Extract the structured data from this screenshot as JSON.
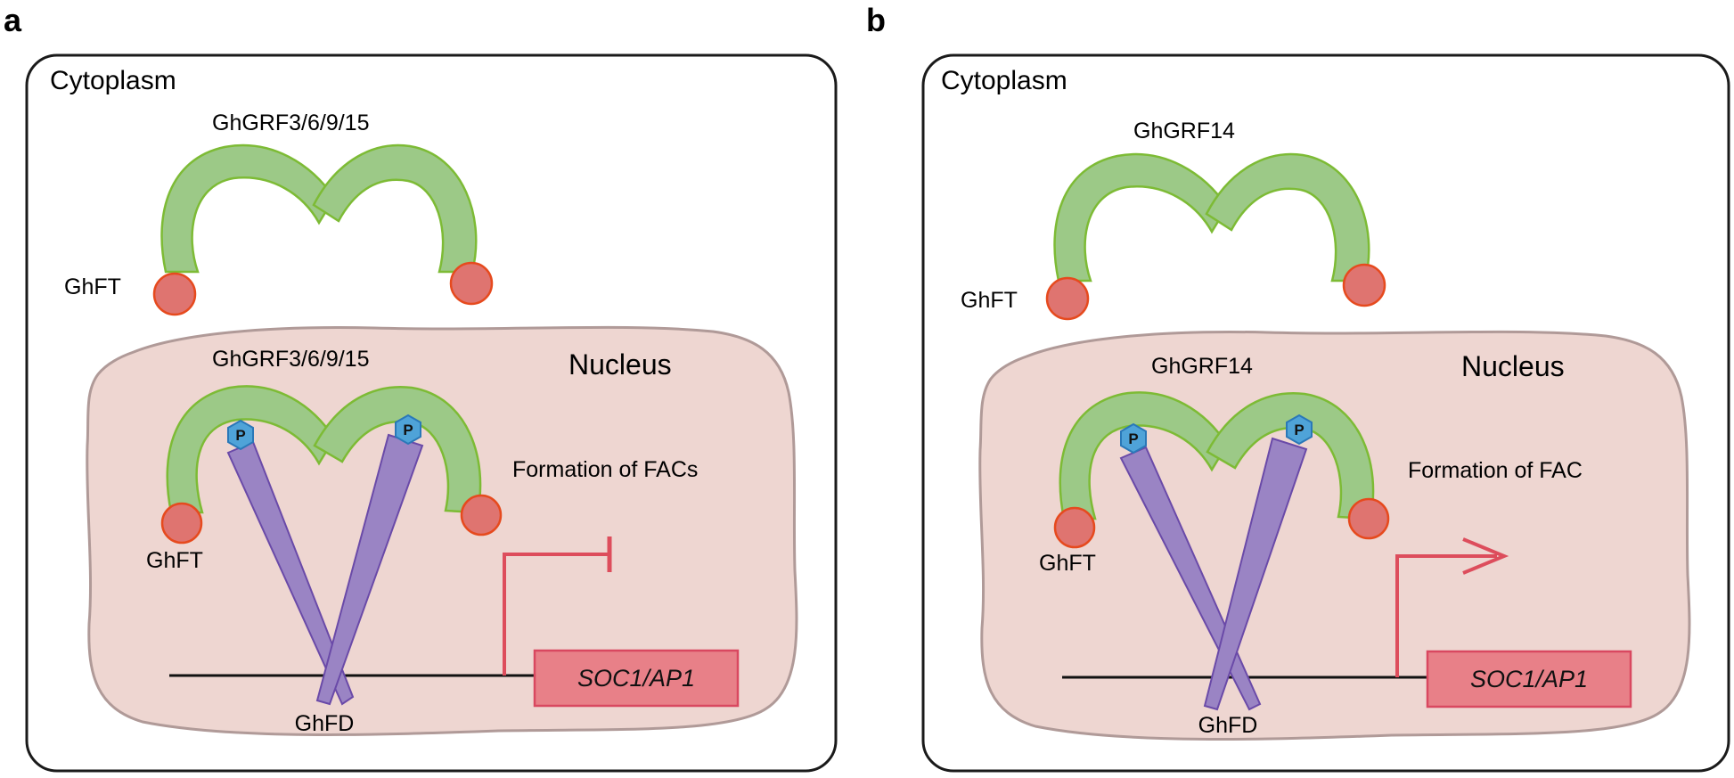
{
  "panels": [
    {
      "letter": "a",
      "cytoplasm_label": "Cytoplasm",
      "nucleus_label": "Nucleus",
      "grf_label_cytoplasm": "GhGRF3/6/9/15",
      "grf_label_nucleus": "GhGRF3/6/9/15",
      "ft_label_cytoplasm": "GhFT",
      "ft_label_nucleus": "GhFT",
      "formation_label": "Formation of FACs",
      "fd_label": "GhFD",
      "gene_label": "SOC1/AP1",
      "phospho_label": "P",
      "transcription": "repressed"
    },
    {
      "letter": "b",
      "cytoplasm_label": "Cytoplasm",
      "nucleus_label": "Nucleus",
      "grf_label_cytoplasm": "GhGRF14",
      "grf_label_nucleus": "GhGRF14",
      "ft_label_cytoplasm": "GhFT",
      "ft_label_nucleus": "GhFT",
      "formation_label": "Formation of FAC",
      "fd_label": "GhFD",
      "gene_label": "SOC1/AP1",
      "phospho_label": "P",
      "transcription": "activated"
    }
  ],
  "colors": {
    "grf_fill": "#9cc987",
    "grf_stroke": "#7dbb35",
    "ft_fill": "#df7470",
    "ft_stroke": "#e64a1e",
    "fd_fill": "#9a84c4",
    "fd_stroke": "#6a4aa8",
    "phospho_fill": "#4fa3d8",
    "phospho_stroke": "#2a78b8",
    "nucleus_fill": "#eed6d1",
    "nucleus_stroke": "#b09a98",
    "gene_fill": "#e88088",
    "gene_stroke": "#d94860",
    "arrow_color": "#dd4d5c"
  }
}
